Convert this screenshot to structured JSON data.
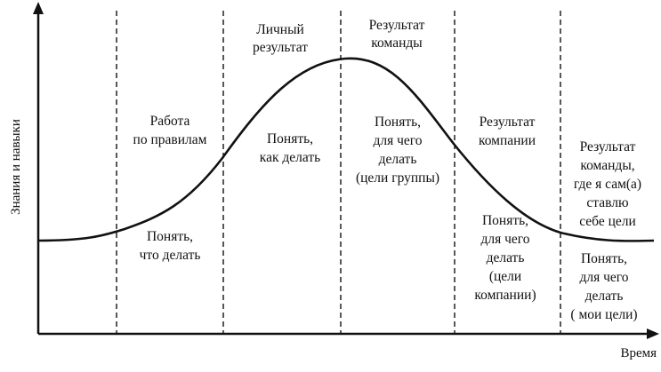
{
  "diagram": {
    "y_axis_label": "Знания и навыки",
    "x_axis_label": "Время",
    "colors": {
      "line": "#111111",
      "background": "#ffffff"
    },
    "zones": [
      {
        "id": "zone-1",
        "upper": [],
        "lower": []
      },
      {
        "id": "zone-2",
        "upper": [
          "Работа",
          "по правилам"
        ],
        "lower": [
          "Понять,",
          "что делать"
        ]
      },
      {
        "id": "zone-3",
        "upper": [
          "Личный",
          "результат"
        ],
        "lower": [
          "Понять,",
          "как делать"
        ]
      },
      {
        "id": "zone-4",
        "upper": [
          "Результат",
          "команды"
        ],
        "lower": [
          "Понять,",
          "для чего",
          "делать",
          "(цели группы)"
        ]
      },
      {
        "id": "zone-5",
        "upper": [
          "Результат",
          "компании"
        ],
        "lower": [
          "Понять,",
          "для чего",
          "делать",
          "(цели",
          "компании)"
        ]
      },
      {
        "id": "zone-6",
        "upper": [
          "Результат",
          "команды,",
          "где я сам(а)",
          "ставлю",
          "себе цели"
        ],
        "lower": [
          "Понять,",
          "для чего",
          "делать",
          "( мои цели)"
        ]
      }
    ]
  }
}
